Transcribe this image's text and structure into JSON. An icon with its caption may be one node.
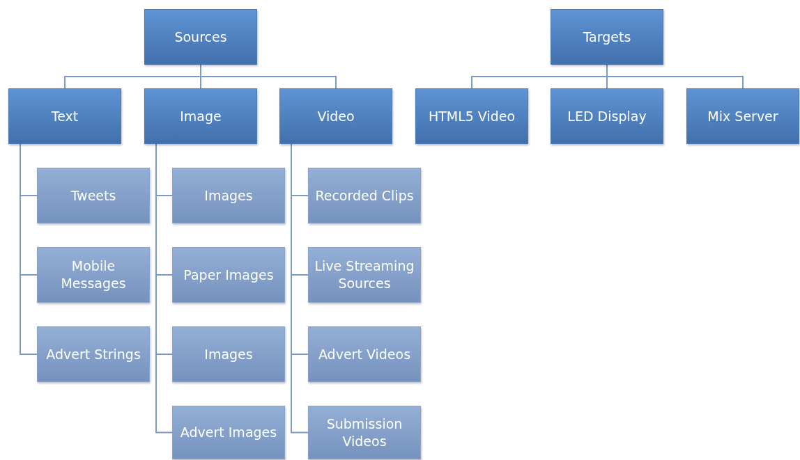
{
  "diagram": {
    "nodes": [
      {
        "text": [
          "Sources"
        ]
      },
      {
        "text": [
          "Targets"
        ]
      },
      {
        "text": [
          "Text"
        ]
      },
      {
        "text": [
          "Image"
        ]
      },
      {
        "text": [
          "Video"
        ]
      },
      {
        "text": [
          "HTML5 Video"
        ]
      },
      {
        "text": [
          "LED Display"
        ]
      },
      {
        "text": [
          "Mix Server"
        ]
      },
      {
        "text": [
          "Tweets"
        ]
      },
      {
        "text": [
          "Mobile Messages"
        ]
      },
      {
        "text": [
          "Advert Strings"
        ]
      },
      {
        "text": [
          "Images"
        ]
      },
      {
        "text": [
          "Paper Images"
        ]
      },
      {
        "text": [
          "Images"
        ]
      },
      {
        "text": [
          "Advert Images"
        ]
      },
      {
        "text": [
          "Recorded Clips"
        ]
      },
      {
        "text": [
          "Live Streaming Sources"
        ]
      },
      {
        "text": [
          "Advert Videos"
        ]
      },
      {
        "text": [
          "Submission Videos"
        ]
      }
    ],
    "edges": [
      {
        "from": 0,
        "to": 2,
        "arrow": "none"
      },
      {
        "from": 0,
        "to": 3,
        "arrow": "none"
      },
      {
        "from": 0,
        "to": 4,
        "arrow": "none"
      },
      {
        "from": 1,
        "to": 5,
        "arrow": "none"
      },
      {
        "from": 1,
        "to": 6,
        "arrow": "none"
      },
      {
        "from": 1,
        "to": 7,
        "arrow": "none"
      },
      {
        "from": 2,
        "to": 8,
        "arrow": "none"
      },
      {
        "from": 2,
        "to": 9,
        "arrow": "none"
      },
      {
        "from": 2,
        "to": 10,
        "arrow": "none"
      },
      {
        "from": 3,
        "to": 11,
        "arrow": "none"
      },
      {
        "from": 3,
        "to": 12,
        "arrow": "none"
      },
      {
        "from": 3,
        "to": 13,
        "arrow": "none"
      },
      {
        "from": 3,
        "to": 14,
        "arrow": "none"
      },
      {
        "from": 4,
        "to": 15,
        "arrow": "none"
      },
      {
        "from": 4,
        "to": 16,
        "arrow": "none"
      },
      {
        "from": 4,
        "to": 17,
        "arrow": "none"
      },
      {
        "from": 4,
        "to": 18,
        "arrow": "none"
      }
    ]
  }
}
